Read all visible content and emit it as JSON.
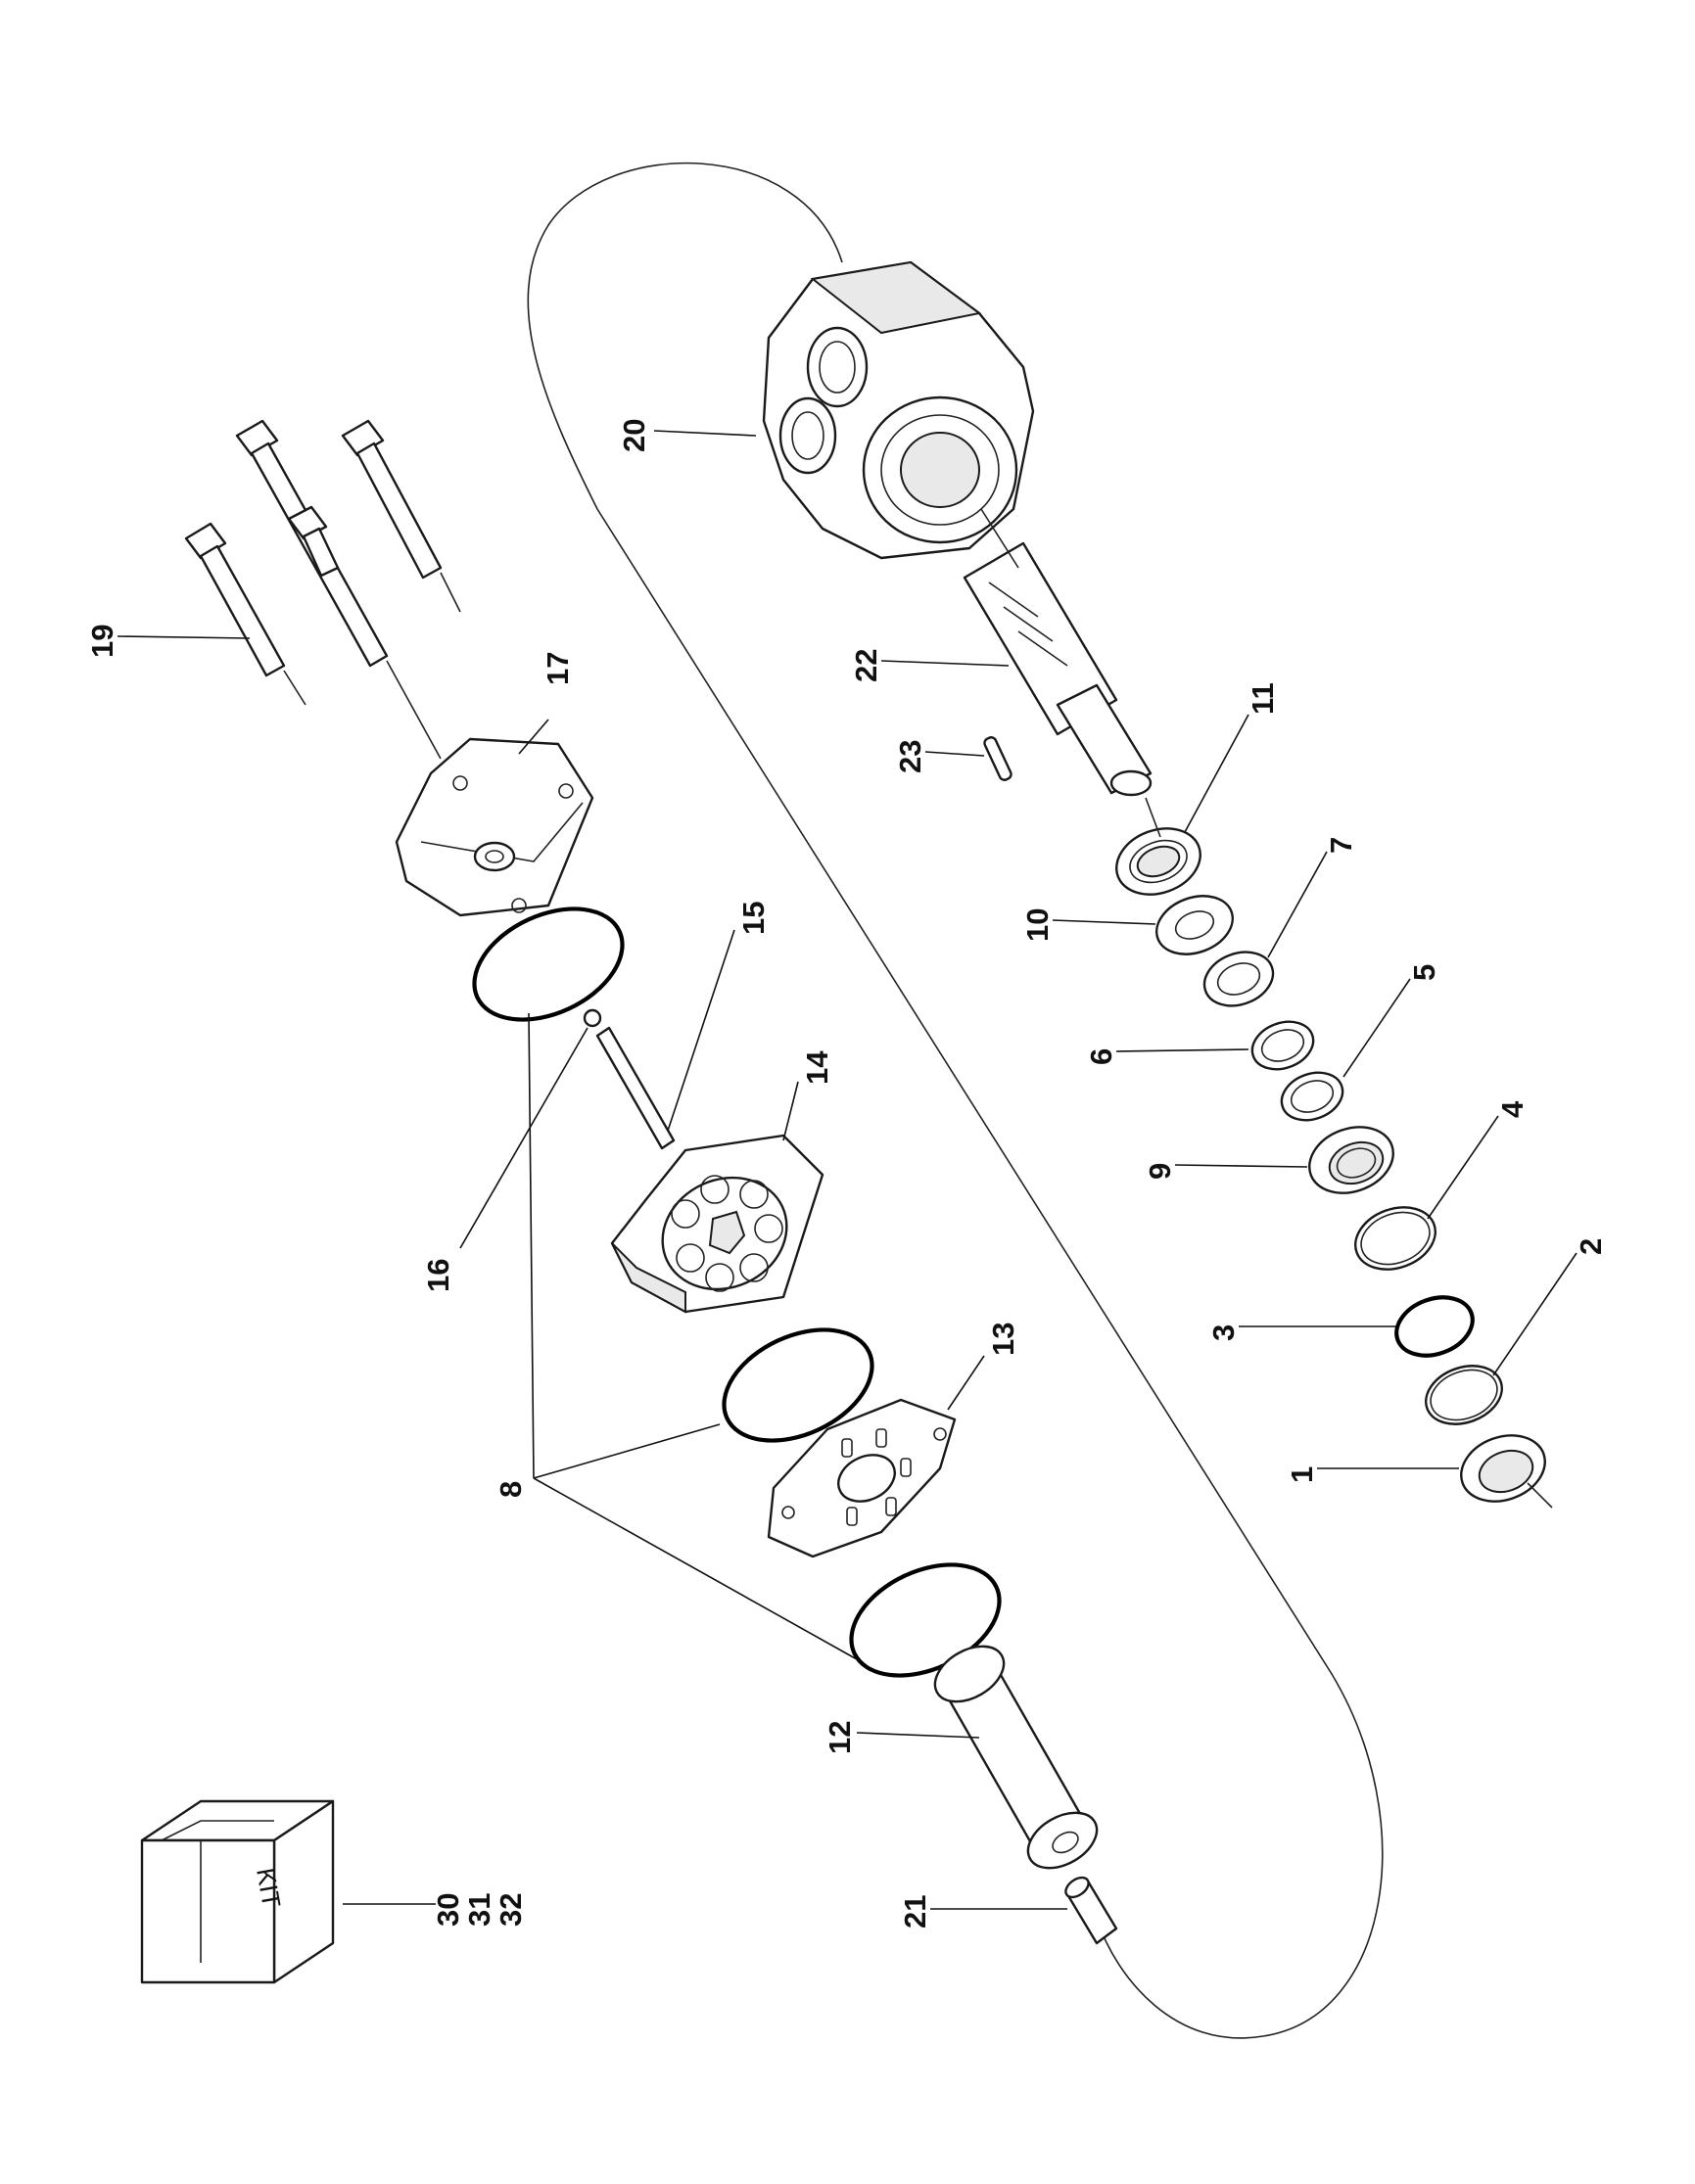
{
  "callouts": {
    "c1": "1",
    "c2": "2",
    "c3": "3",
    "c4": "4",
    "c5": "5",
    "c6": "6",
    "c7": "7",
    "c8": "8",
    "c9": "9",
    "c10": "10",
    "c11": "11",
    "c12": "12",
    "c13": "13",
    "c14": "14",
    "c15": "15",
    "c16": "16",
    "c17": "17",
    "c19": "19",
    "c20": "20",
    "c21": "21",
    "c22": "22",
    "c23": "23",
    "c30": "30",
    "c31": "31",
    "c32": "32"
  },
  "kit": {
    "label": "KIT"
  }
}
